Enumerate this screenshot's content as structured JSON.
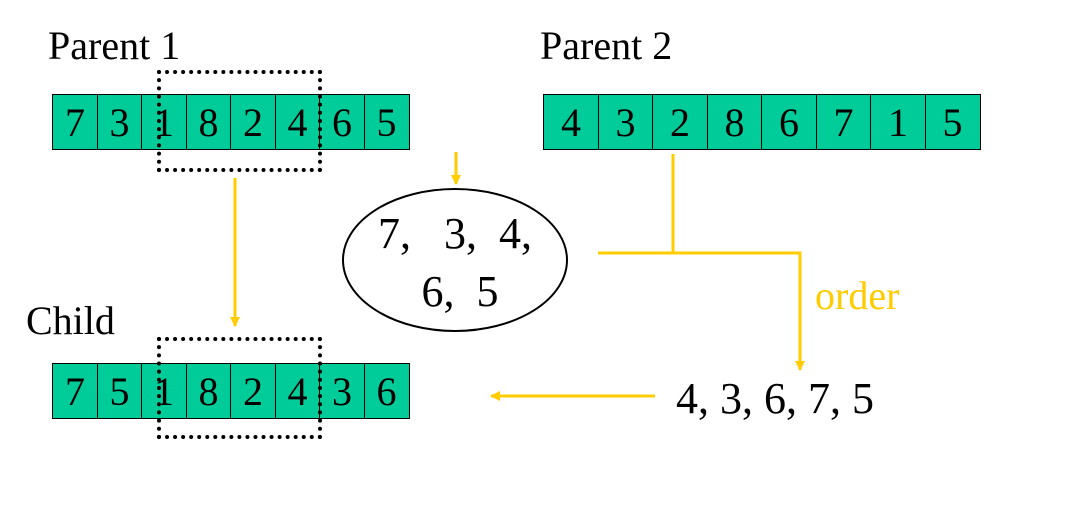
{
  "parent1": {
    "label": "Parent 1",
    "values": [
      "7",
      "3",
      "1",
      "8",
      "2",
      "4",
      "6",
      "5"
    ]
  },
  "parent2": {
    "label": "Parent 2",
    "values": [
      "4",
      "3",
      "2",
      "8",
      "6",
      "7",
      "1",
      "5"
    ]
  },
  "child": {
    "label": "Child",
    "values": [
      "7",
      "5",
      "1",
      "8",
      "2",
      "4",
      "3",
      "6"
    ]
  },
  "remaining": {
    "line1": "7,   3,  4,",
    "line2": "6,  5"
  },
  "order_label": "order",
  "ordered_sequence": "4, 3, 6, 7, 5",
  "colors": {
    "cell": "#00CC99",
    "arrow": "#FFCC00"
  }
}
